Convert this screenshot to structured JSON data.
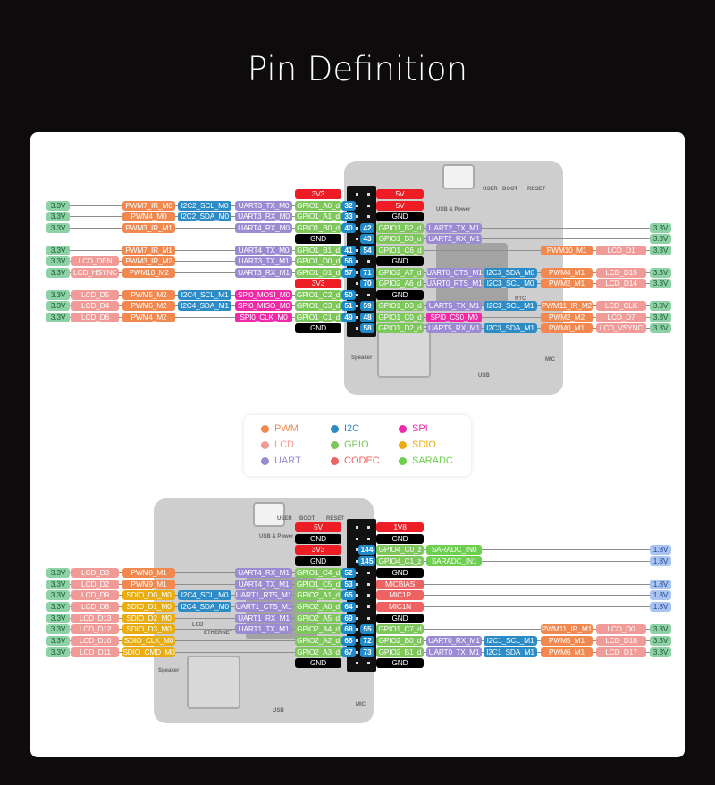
{
  "title": "Pin Definition",
  "colors": {
    "pwm": "#f0884f",
    "lcd": "#f09b97",
    "uart": "#9a8bd2",
    "i2c": "#2d8bc5",
    "gpio": "#7dc75b",
    "codec": "#ef6262",
    "spi": "#ee2aa6",
    "sdio": "#e9ad12",
    "saradc": "#6ccf4d",
    "pwr": "#ee1c25",
    "gnd": "#000000",
    "v33": "#8fd1a6",
    "v18": "#a9c3f3",
    "pin": "#1f8ac9"
  },
  "legend": [
    {
      "label": "PWM",
      "kind": "pwm"
    },
    {
      "label": "I2C",
      "kind": "i2c"
    },
    {
      "label": "SPI",
      "kind": "spi"
    },
    {
      "label": "LCD",
      "kind": "lcd"
    },
    {
      "label": "GPIO",
      "kind": "gpio"
    },
    {
      "label": "SDIO",
      "kind": "sdio"
    },
    {
      "label": "UART",
      "kind": "uart"
    },
    {
      "label": "CODEC",
      "kind": "codec"
    },
    {
      "label": "SARADC",
      "kind": "saradc"
    }
  ],
  "top_board": {
    "labels": [
      "USB & Power",
      "USER",
      "BOOT",
      "RESET",
      "RTC",
      "USB",
      "Speaker",
      "MIC"
    ],
    "rows": [
      {
        "left": [
          null,
          null,
          null,
          null,
          null,
          [
            "3V3",
            "pwr"
          ]
        ],
        "right": [
          [
            "5V",
            "pwr"
          ],
          null,
          null,
          null,
          null,
          null
        ]
      },
      {
        "pinL": "32",
        "left": [
          [
            "3.3V",
            "v33"
          ],
          null,
          [
            "PWM7_IR_M0",
            "pwm"
          ],
          [
            "I2C2_SCL_M0",
            "i2c"
          ],
          [
            "UART3_TX_M0",
            "uart"
          ],
          [
            "GPIO1_A0_d",
            "gpio"
          ]
        ],
        "right": [
          [
            "5V",
            "pwr"
          ],
          null,
          null,
          null,
          null,
          null
        ]
      },
      {
        "pinL": "33",
        "left": [
          [
            "3.3V",
            "v33"
          ],
          null,
          [
            "PWM4_M0",
            "pwm"
          ],
          [
            "I2C2_SDA_M0",
            "i2c"
          ],
          [
            "UART3_RX_M0",
            "uart"
          ],
          [
            "GPIO1_A1_d",
            "gpio"
          ]
        ],
        "right": [
          [
            "GND",
            "gnd"
          ],
          null,
          null,
          null,
          null,
          null
        ]
      },
      {
        "pinL": "40",
        "pinR": "42",
        "left": [
          [
            "3.3V",
            "v33"
          ],
          null,
          [
            "PWM3_IR_M1",
            "pwm"
          ],
          null,
          [
            "UART4_RX_M0",
            "uart"
          ],
          [
            "GPIO1_B0_d",
            "gpio"
          ]
        ],
        "right": [
          [
            "GPIO1_B2_d",
            "gpio"
          ],
          [
            "UART2_TX_M1",
            "uart"
          ],
          null,
          null,
          null,
          [
            "3.3V",
            "v33"
          ]
        ]
      },
      {
        "pinR": "43",
        "left": [
          null,
          null,
          null,
          null,
          null,
          [
            "GND",
            "gnd"
          ]
        ],
        "right": [
          [
            "GPIO1_B3_u",
            "gpio"
          ],
          [
            "UART2_RX_M1",
            "uart"
          ],
          null,
          null,
          null,
          [
            "3.3V",
            "v33"
          ]
        ]
      },
      {
        "pinL": "41",
        "pinR": "54",
        "left": [
          [
            "3.3V",
            "v33"
          ],
          null,
          [
            "PWM7_IR_M1",
            "pwm"
          ],
          null,
          [
            "UART4_TX_M0",
            "uart"
          ],
          [
            "GPIO1_B1_d",
            "gpio"
          ]
        ],
        "right": [
          [
            "GPIO1_C6_d",
            "gpio"
          ],
          null,
          null,
          [
            "PWM10_M1",
            "pwm"
          ],
          [
            "LCD_D1",
            "lcd"
          ],
          [
            "3.3V",
            "v33"
          ]
        ]
      },
      {
        "pinL": "56",
        "left": [
          [
            "3.3V",
            "v33"
          ],
          [
            "LCD_DEN",
            "lcd"
          ],
          [
            "PWM3_IR_M2",
            "pwm"
          ],
          null,
          [
            "UART3_TX_M1",
            "uart"
          ],
          [
            "GPIO1_D0_d",
            "gpio"
          ]
        ],
        "right": [
          [
            "GND",
            "gnd"
          ],
          null,
          null,
          null,
          null,
          null
        ]
      },
      {
        "pinL": "57",
        "pinR": "71",
        "left": [
          [
            "3.3V",
            "v33"
          ],
          [
            "LCD_HSYNC",
            "lcd"
          ],
          [
            "PWM10_M2",
            "pwm"
          ],
          null,
          [
            "UART3_RX_M1",
            "uart"
          ],
          [
            "GPIO1_D1_d",
            "gpio"
          ]
        ],
        "right": [
          [
            "GPIO2_A7_d",
            "gpio"
          ],
          [
            "UART0_CTS_M1",
            "uart"
          ],
          [
            "I2C3_SDA_M0",
            "i2c"
          ],
          [
            "PWM4_M1",
            "pwm"
          ],
          [
            "LCD_D15",
            "lcd"
          ],
          [
            "3.3V",
            "v33"
          ]
        ]
      },
      {
        "pinR": "70",
        "left": [
          null,
          null,
          null,
          null,
          null,
          [
            "3V3",
            "pwr"
          ]
        ],
        "right": [
          [
            "GPIO2_A6_d",
            "gpio"
          ],
          [
            "UART0_RTS_M1",
            "uart"
          ],
          [
            "I2C3_SCL_M0",
            "i2c"
          ],
          [
            "PWM2_M1",
            "pwm"
          ],
          [
            "LCD_D14",
            "lcd"
          ],
          [
            "3.3V",
            "v33"
          ]
        ]
      },
      {
        "pinL": "50",
        "left": [
          [
            "3.3V",
            "v33"
          ],
          [
            "LCD_D5",
            "lcd"
          ],
          [
            "PWM5_M2",
            "pwm"
          ],
          [
            "I2C4_SCL_M1",
            "i2c"
          ],
          [
            "SPI0_MOSI_M0",
            "spi"
          ],
          [
            "GPIO1_C2_d",
            "gpio"
          ]
        ],
        "right": [
          [
            "GND",
            "gnd"
          ],
          null,
          null,
          null,
          null,
          null
        ]
      },
      {
        "pinL": "51",
        "pinR": "59",
        "left": [
          [
            "3.3V",
            "v33"
          ],
          [
            "LCD_D4",
            "lcd"
          ],
          [
            "PWM6_M2",
            "pwm"
          ],
          [
            "I2C4_SDA_M1",
            "i2c"
          ],
          [
            "SPI0_MISO_M0",
            "spi"
          ],
          [
            "GPIO1_C3_d",
            "gpio"
          ]
        ],
        "right": [
          [
            "GPIO1_D3_d",
            "gpio"
          ],
          [
            "UART5_TX_M1",
            "uart"
          ],
          [
            "I2C3_SCL_M1",
            "i2c"
          ],
          [
            "PWM11_IR_M2",
            "pwm"
          ],
          [
            "LCD_CLK",
            "lcd"
          ],
          [
            "3.3V",
            "v33"
          ]
        ]
      },
      {
        "pinL": "49",
        "pinR": "48",
        "left": [
          [
            "3.3V",
            "v33"
          ],
          [
            "LCD_D6",
            "lcd"
          ],
          [
            "PWM4_M2",
            "pwm"
          ],
          null,
          [
            "SPI0_CLK_M0",
            "spi"
          ],
          [
            "GPIO1_C1_d",
            "gpio"
          ]
        ],
        "right": [
          [
            "GPIO1_C0_d",
            "gpio"
          ],
          [
            "SPI0_CS0_M0",
            "spi"
          ],
          null,
          [
            "PWM2_M2",
            "pwm"
          ],
          [
            "LCD_D7",
            "lcd"
          ],
          [
            "3.3V",
            "v33"
          ]
        ]
      },
      {
        "pinR": "58",
        "left": [
          null,
          null,
          null,
          null,
          null,
          [
            "GND",
            "gnd"
          ]
        ],
        "right": [
          [
            "GPIO1_D2_d",
            "gpio"
          ],
          [
            "UART5_RX_M1",
            "uart"
          ],
          [
            "I2C3_SDA_M1",
            "i2c"
          ],
          [
            "PWM0_M1",
            "pwm"
          ],
          [
            "LCD_VSYNC",
            "lcd"
          ],
          [
            "3.3V",
            "v33"
          ]
        ]
      }
    ]
  },
  "bottom_board": {
    "labels": [
      "USB & Power",
      "USER",
      "BOOT",
      "RESET",
      "LCD",
      "ETHERNET",
      "USB",
      "Speaker",
      "MIC"
    ],
    "rows": [
      {
        "left": [
          null,
          null,
          null,
          null,
          null,
          [
            "5V",
            "pwr"
          ]
        ],
        "right": [
          [
            "1V8",
            "pwr"
          ],
          null,
          null,
          null,
          null,
          null
        ]
      },
      {
        "left": [
          null,
          null,
          null,
          null,
          null,
          [
            "GND",
            "gnd"
          ]
        ],
        "right": [
          [
            "GND",
            "gnd"
          ],
          null,
          null,
          null,
          null,
          null
        ]
      },
      {
        "pinR": "144",
        "left": [
          null,
          null,
          null,
          null,
          null,
          [
            "3V3",
            "pwr"
          ]
        ],
        "right": [
          [
            "GPIO4_C0_z",
            "gpio"
          ],
          [
            "SARADC_IN0",
            "saradc"
          ],
          null,
          null,
          null,
          [
            "1.8V",
            "v18"
          ]
        ]
      },
      {
        "pinR": "145",
        "left": [
          null,
          null,
          null,
          null,
          null,
          [
            "GND",
            "gnd"
          ]
        ],
        "right": [
          [
            "GPIO4_C1_z",
            "gpio"
          ],
          [
            "SARADC_IN1",
            "saradc"
          ],
          null,
          null,
          null,
          [
            "1.8V",
            "v18"
          ]
        ]
      },
      {
        "pinL": "52",
        "left": [
          [
            "3.3V",
            "v33"
          ],
          [
            "LCD_D3",
            "lcd"
          ],
          [
            "PWM8_M1",
            "pwm"
          ],
          null,
          [
            "UART4_RX_M1",
            "uart"
          ],
          [
            "GPIO1_C4_d",
            "gpio"
          ]
        ],
        "right": [
          [
            "GND",
            "gnd"
          ],
          null,
          null,
          null,
          null,
          null
        ]
      },
      {
        "pinL": "53",
        "left": [
          [
            "3.3V",
            "v33"
          ],
          [
            "LCD_D2",
            "lcd"
          ],
          [
            "PWM9_M1",
            "pwm"
          ],
          null,
          [
            "UART4_TX_M1",
            "uart"
          ],
          [
            "GPIO1_C5_d",
            "gpio"
          ]
        ],
        "right": [
          [
            "MICBIAS",
            "codec"
          ],
          null,
          null,
          null,
          null,
          [
            "1.8V",
            "v18"
          ]
        ]
      },
      {
        "pinL": "65",
        "left": [
          [
            "3.3V",
            "v33"
          ],
          [
            "LCD_D9",
            "lcd"
          ],
          [
            "SDIO_D0_M0",
            "sdio"
          ],
          [
            "I2C4_SCL_M0",
            "i2c"
          ],
          [
            "UART1_RTS_M1",
            "uart"
          ],
          [
            "GPIO2_A1_d",
            "gpio"
          ]
        ],
        "right": [
          [
            "MIC1P",
            "codec"
          ],
          null,
          null,
          null,
          null,
          [
            "1.8V",
            "v18"
          ]
        ]
      },
      {
        "pinL": "64",
        "left": [
          [
            "3.3V",
            "v33"
          ],
          [
            "LCD_D8",
            "lcd"
          ],
          [
            "SDIO_D1_M0",
            "sdio"
          ],
          [
            "I2C4_SDA_M0",
            "i2c"
          ],
          [
            "UART1_CTS_M1",
            "uart"
          ],
          [
            "GPIO2_A0_d",
            "gpio"
          ]
        ],
        "right": [
          [
            "MIC1N",
            "codec"
          ],
          null,
          null,
          null,
          null,
          [
            "1.8V",
            "v18"
          ]
        ]
      },
      {
        "pinL": "69",
        "left": [
          [
            "3.3V",
            "v33"
          ],
          [
            "LCD_D13",
            "lcd"
          ],
          [
            "SDIO_D2_M0",
            "sdio"
          ],
          null,
          [
            "UART1_RX_M1",
            "uart"
          ],
          [
            "GPIO2_A5_d",
            "gpio"
          ]
        ],
        "right": [
          [
            "GND",
            "gnd"
          ],
          null,
          null,
          null,
          null,
          null
        ]
      },
      {
        "pinL": "68",
        "pinR": "55",
        "left": [
          [
            "3.3V",
            "v33"
          ],
          [
            "LCD_D12",
            "lcd"
          ],
          [
            "SDIO_D3_M0",
            "sdio"
          ],
          null,
          [
            "UART1_TX_M1",
            "uart"
          ],
          [
            "GPIO2_A4_d",
            "gpio"
          ]
        ],
        "right": [
          [
            "GPIO1_C7_d",
            "gpio"
          ],
          null,
          null,
          [
            "PWM11_IR_M1",
            "pwm"
          ],
          [
            "LCD_D0",
            "lcd"
          ],
          [
            "3.3V",
            "v33"
          ]
        ]
      },
      {
        "pinL": "66",
        "pinR": "72",
        "left": [
          [
            "3.3V",
            "v33"
          ],
          [
            "LCD_D10",
            "lcd"
          ],
          [
            "SDIO_CLK_M0",
            "sdio"
          ],
          null,
          null,
          [
            "GPIO2_A2_d",
            "gpio"
          ]
        ],
        "right": [
          [
            "GPIO2_B0_d",
            "gpio"
          ],
          [
            "UART0_RX_M1",
            "uart"
          ],
          [
            "I2C1_SCL_M1",
            "i2c"
          ],
          [
            "PWM5_M1",
            "pwm"
          ],
          [
            "LCD_D16",
            "lcd"
          ],
          [
            "3.3V",
            "v33"
          ]
        ]
      },
      {
        "pinL": "67",
        "pinR": "73",
        "left": [
          [
            "3.3V",
            "v33"
          ],
          [
            "LCD_D11",
            "lcd"
          ],
          [
            "SDIO_CMD_M0",
            "sdio"
          ],
          null,
          null,
          [
            "GPIO2_A3_d",
            "gpio"
          ]
        ],
        "right": [
          [
            "GPIO2_B1_d",
            "gpio"
          ],
          [
            "UART0_TX_M1",
            "uart"
          ],
          [
            "I2C1_SDA_M1",
            "i2c"
          ],
          [
            "PWM6_M1",
            "pwm"
          ],
          [
            "LCD_D17",
            "lcd"
          ],
          [
            "3.3V",
            "v33"
          ]
        ]
      },
      {
        "left": [
          null,
          null,
          null,
          null,
          null,
          [
            "GND",
            "gnd"
          ]
        ],
        "right": [
          [
            "GND",
            "gnd"
          ],
          null,
          null,
          null,
          null,
          null
        ]
      }
    ]
  }
}
